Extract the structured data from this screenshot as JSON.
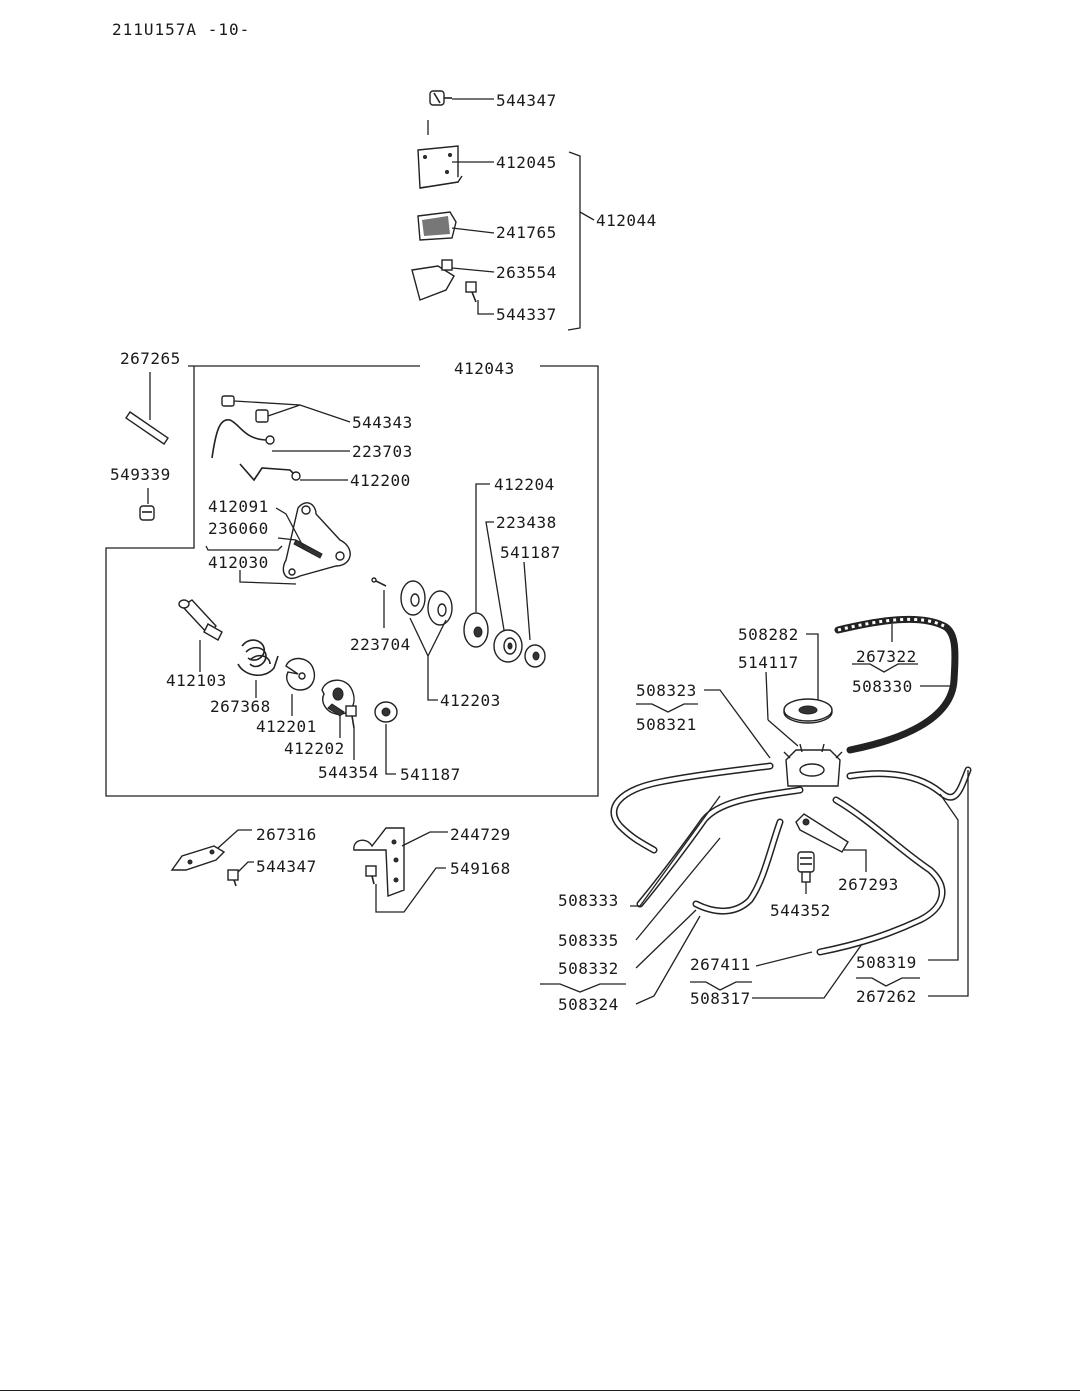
{
  "header": {
    "title": "211U157A -10-"
  },
  "callouts": {
    "p544347_top": "544347",
    "p412045": "412045",
    "p412044": "412044",
    "p241765": "241765",
    "p263554": "263554",
    "p544337": "544337",
    "p267265": "267265",
    "p412043": "412043",
    "p544343": "544343",
    "p223703": "223703",
    "p412200": "412200",
    "p549339": "549339",
    "p412204": "412204",
    "p412091": "412091",
    "p236060": "236060",
    "p412030": "412030",
    "p223438": "223438",
    "p541187_a": "541187",
    "p223704": "223704",
    "p412103": "412103",
    "p267368": "267368",
    "p412203": "412203",
    "p412201": "412201",
    "p412202": "412202",
    "p544354": "544354",
    "p541187_b": "541187",
    "p508282": "508282",
    "p514117": "514117",
    "p267322": "267322",
    "p508323": "508323",
    "p508330": "508330",
    "p508321": "508321",
    "p267316": "267316",
    "p244729": "244729",
    "p544347_low": "544347",
    "p549168": "549168",
    "p267293": "267293",
    "p508333": "508333",
    "p544352": "544352",
    "p508335": "508335",
    "p508332": "508332",
    "p267411": "267411",
    "p508319": "508319",
    "p508324": "508324",
    "p508317": "508317",
    "p267262": "267262"
  }
}
